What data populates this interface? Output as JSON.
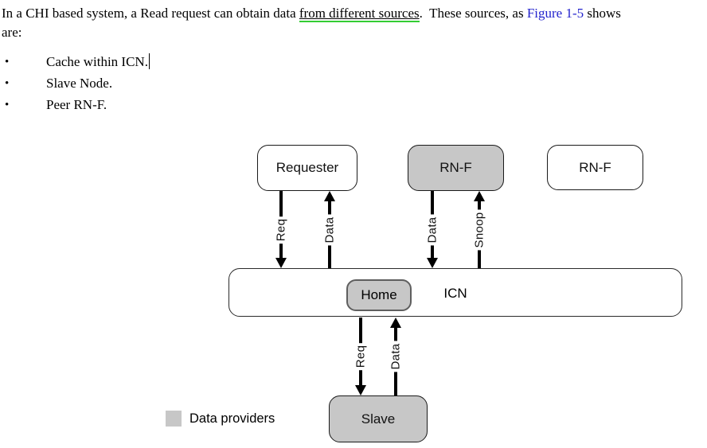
{
  "paragraph": {
    "part1": "In a CHI based system, a Read request can obtain data ",
    "underlined": "from different sources",
    "part3": ".  These sources, as ",
    "link": "Figure 1-5",
    "part5": " shows",
    "line2": "are:"
  },
  "bullets": {
    "glyph": "•",
    "items": [
      {
        "text": "Cache within ICN."
      },
      {
        "text": "Slave Node."
      },
      {
        "text": "Peer RN-F."
      }
    ]
  },
  "diagram": {
    "boxes": {
      "requester": {
        "label": "Requester"
      },
      "rnf_provider": {
        "label": "RN-F"
      },
      "rnf_peer": {
        "label": "RN-F"
      },
      "icn": {
        "label": "ICN"
      },
      "home": {
        "label": "Home"
      },
      "slave": {
        "label": "Slave"
      }
    },
    "arrows": [
      {
        "label": "Req",
        "from": "Requester",
        "to": "ICN"
      },
      {
        "label": "Data",
        "from": "ICN",
        "to": "Requester"
      },
      {
        "label": "Data",
        "from": "RN-F",
        "to": "ICN"
      },
      {
        "label": "Snoop",
        "from": "ICN",
        "to": "RN-F"
      },
      {
        "label": "Req",
        "from": "Home",
        "to": "Slave"
      },
      {
        "label": "Data",
        "from": "Slave",
        "to": "Home"
      }
    ],
    "legend": {
      "label": "Data providers"
    }
  },
  "colors": {
    "provider_fill": "#c7c7c7",
    "link_blue": "#2323cd",
    "underline_green": "#33cc33"
  }
}
